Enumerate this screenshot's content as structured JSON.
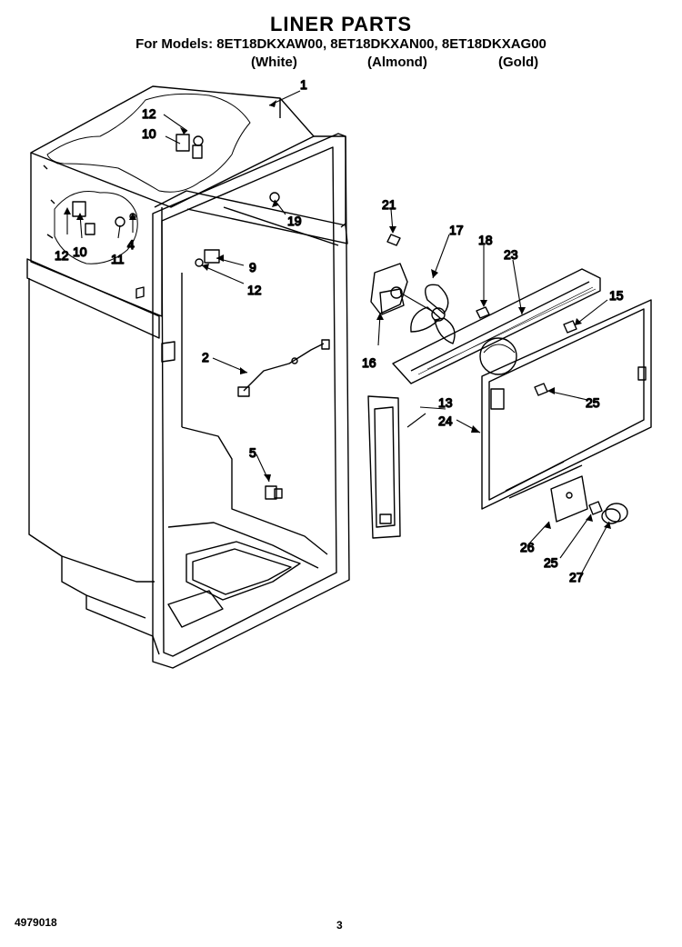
{
  "title": "LINER PARTS",
  "models_line": "For Models: 8ET18DKXAW00, 8ET18DKXAN00, 8ET18DKXAG00",
  "colors": [
    "(White)",
    "(Almond)",
    "(Gold)"
  ],
  "callouts": [
    "1",
    "12",
    "10",
    "19",
    "12",
    "10",
    "11",
    "4",
    "9",
    "12",
    "2",
    "5",
    "21",
    "17",
    "18",
    "23",
    "15",
    "16",
    "13",
    "24",
    "25",
    "26",
    "25",
    "27"
  ],
  "footer": {
    "part_number": "4979018",
    "page_number": "3"
  }
}
